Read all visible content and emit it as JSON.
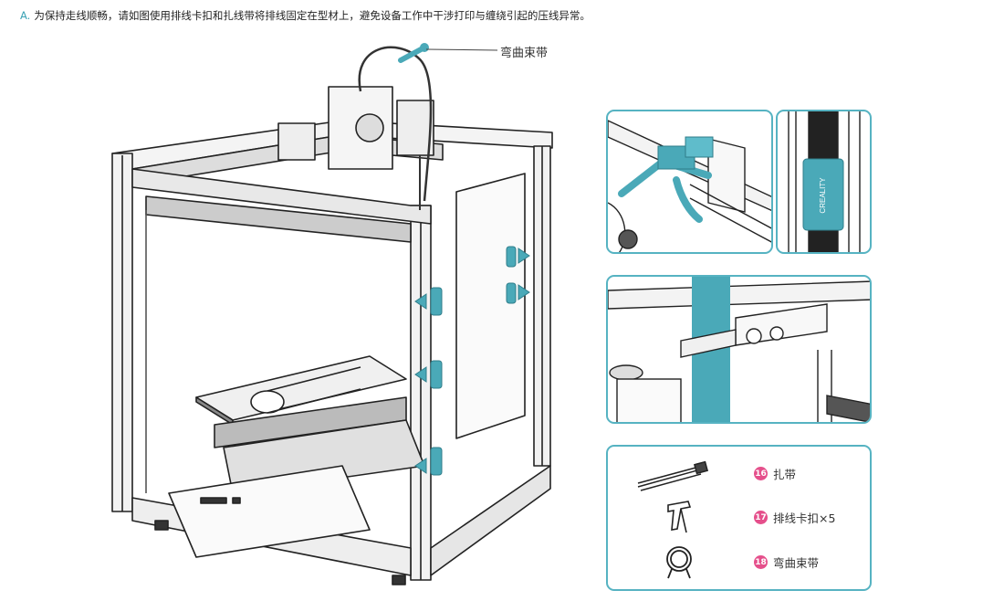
{
  "instruction": {
    "prefix": "A.",
    "text": "为保持走线顺畅，请如图使用排线卡扣和扎线带将排线固定在型材上，避免设备工作中干涉打印与缠绕引起的压线异常。"
  },
  "callout_label": "弯曲束带",
  "detail_brand": "CREALITY",
  "accessories": [
    {
      "number": "16",
      "label": "扎带",
      "icon": "cable-tie-icon"
    },
    {
      "number": "17",
      "label": "排线卡扣×5",
      "icon": "cable-clip-icon"
    },
    {
      "number": "18",
      "label": "弯曲束带",
      "icon": "bending-strap-icon"
    }
  ],
  "colors": {
    "accent": "#56b3c2",
    "badge": "#e54f8b",
    "text_prefix": "#3aa2b4"
  }
}
